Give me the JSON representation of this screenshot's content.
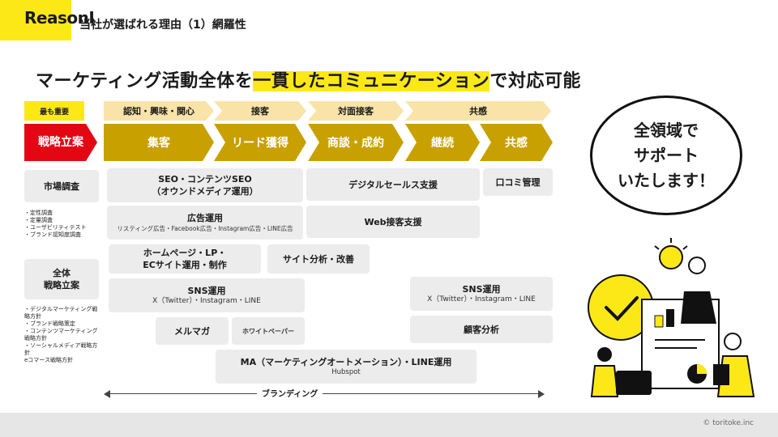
{
  "header": {
    "brand": "ReasonⅠ",
    "subtitle": "当社が選ばれる理由（1）網羅性"
  },
  "headline": {
    "before": "マーケティング活動全体を",
    "highlight": "一貫したコミュニケーション",
    "after": "で対応可能"
  },
  "flow": {
    "most_important": "最も重要",
    "strategy": "戦略立案",
    "top_stages": [
      "認知・興味・関心",
      "接客",
      "対面接客",
      "共感"
    ],
    "main_stages": [
      "集客",
      "リード獲得",
      "商談・成約",
      "継続",
      "共感"
    ]
  },
  "left": {
    "market_research": "市場調査",
    "market_items": [
      "・定性調査",
      "・定量調査",
      "・ユーザビリティテスト",
      "・ブランド認知度調査"
    ],
    "overall_strategy": "全体\n戦略立案",
    "strategy_items": [
      "・デジタルマーケティング戦略方針",
      "・ブランド戦略策定",
      "・コンテンツマーケティング戦略方針",
      "・ソーシャルメディア戦略方針",
      "eコマース戦略方針"
    ]
  },
  "services": {
    "seo_title": "SEO・コンテンツSEO",
    "seo_sub": "（オウンドメディア運用）",
    "ads_title": "広告運用",
    "ads_sub": "リスティング広告・Facebook広告・Instagram広告・LINE広告",
    "hp_title": "ホームページ・LP・\nECサイト運用・制作",
    "site_analysis": "サイト分析・改善",
    "sns1_title": "SNS運用",
    "sns1_sub": "X（Twitter）・Instagram・LINE",
    "mailmag": "メルマガ",
    "whitepaper": "ホワイトペーパー",
    "ma_title": "MA（マーケティングオートメーション）・LINE運用",
    "ma_sub": "Hubspot",
    "digital_sales": "デジタルセールス支援",
    "web_sales": "Web接客支援",
    "review": "口コミ管理",
    "sns2_title": "SNS運用",
    "sns2_sub": "X（Twitter）・Instagram・LINE",
    "customer_analysis": "顧客分析"
  },
  "branding": "ブランディング",
  "circle": [
    "全領域で",
    "サポート",
    "いたします！"
  ],
  "footer": {
    "copyright": "© toritoke.inc"
  },
  "colors": {
    "accent_yellow": "#fde817",
    "gold": "#c8a000",
    "light_gold": "#f9e3a8",
    "red": "#e30613",
    "box_gray": "#ececec"
  }
}
